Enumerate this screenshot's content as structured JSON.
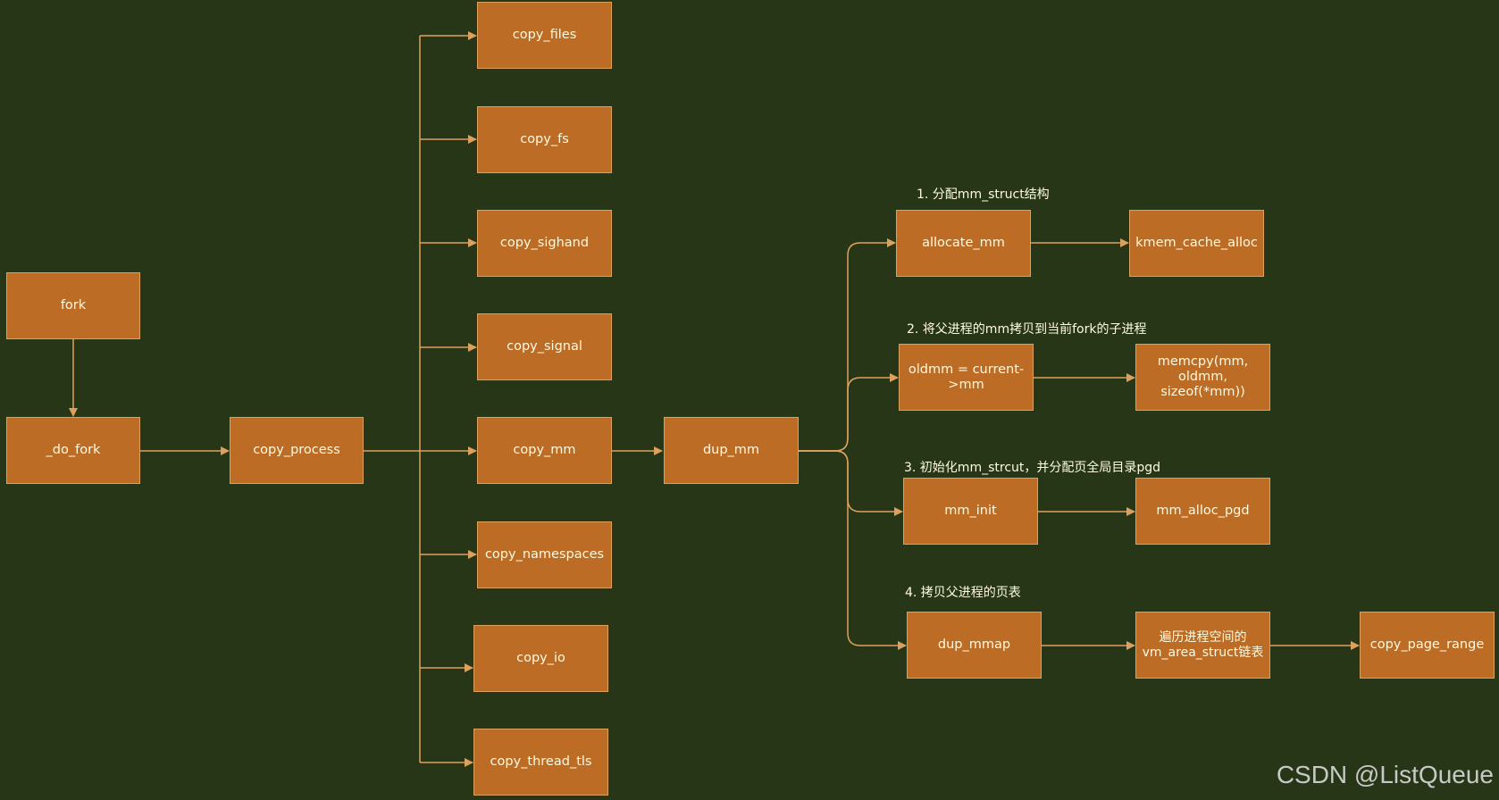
{
  "colors": {
    "background": "#283618",
    "node_fill": "#bc6c25",
    "node_border": "#dda15e",
    "connector": "#dda15e",
    "text": "#fefae0"
  },
  "nodes": {
    "fork": "fork",
    "do_fork": "_do_fork",
    "copy_process": "copy_process",
    "copy_files": "copy_files",
    "copy_fs": "copy_fs",
    "copy_sighand": "copy_sighand",
    "copy_signal": "copy_signal",
    "copy_mm": "copy_mm",
    "copy_namespaces": "copy_namespaces",
    "copy_io": "copy_io",
    "copy_thread_tls": "copy_thread_tls",
    "dup_mm": "dup_mm",
    "allocate_mm": "allocate_mm",
    "kmem_cache_alloc": "kmem_cache_alloc",
    "oldmm_assign": "oldmm = current->mm",
    "memcpy": "memcpy(mm, oldmm, sizeof(*mm))",
    "mm_init": "mm_init",
    "mm_alloc_pgd": "mm_alloc_pgd",
    "dup_mmap": "dup_mmap",
    "traverse_vma": "遍历进程空间的vm_area_struct链表",
    "copy_page_range": "copy_page_range"
  },
  "notes": {
    "step1": "1. 分配mm_struct结构",
    "step2": "2. 将父进程的mm拷贝到当前fork的子进程",
    "step3": "3. 初始化mm_strcut，并分配页全局目录pgd",
    "step4": "4. 拷贝父进程的页表"
  },
  "watermark": "CSDN @ListQueue"
}
